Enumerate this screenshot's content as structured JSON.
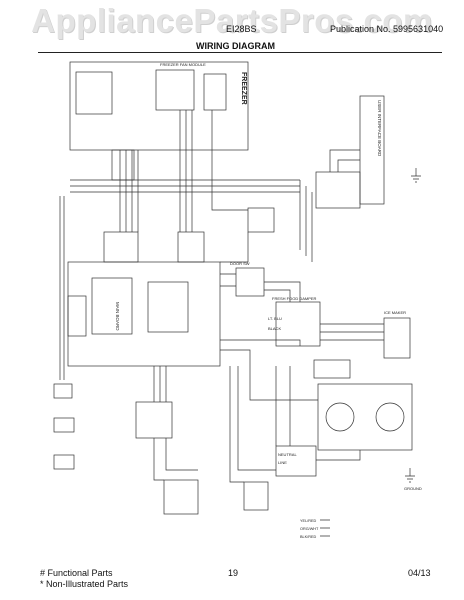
{
  "watermark": "AppliancePartsPros.com",
  "header": {
    "model": "EI28BS",
    "publication": "Publication No. 5995631040",
    "title": "WIRING DIAGRAM"
  },
  "footer": {
    "legend_functional": "# Functional Parts",
    "legend_non_illustrated": "* Non-Illustrated Parts",
    "page_number": "19",
    "date": "04/13"
  },
  "diagram_labels": {
    "freezer": "FREEZER",
    "user_interface_board": "USER INTERFACE BOARD",
    "main_board": "MAIN BOARD",
    "freezer_fan_module": "FREEZER FAN MODULE",
    "fresh_food_damper": "FRESH FOOD DAMPER",
    "door_switch": "DOOR SW",
    "light_board": "LT. BLU",
    "black": "BLACK",
    "neutral": "NEUTRAL",
    "line": "LINE",
    "ground": "GROUND",
    "ice_maker": "ICE MAKER",
    "wire_yel_red": "YEL/RED",
    "wire_org_wht": "ORG/WHT",
    "wire_blk_red": "BLK/RED"
  }
}
